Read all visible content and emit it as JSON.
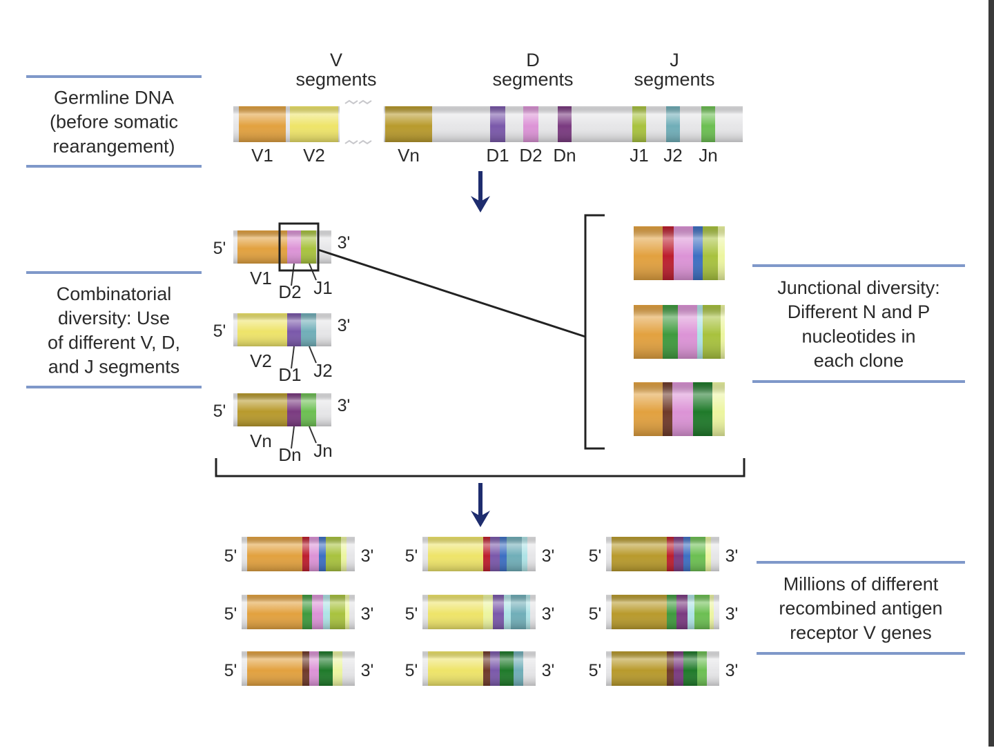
{
  "colors": {
    "V1": "#e2a13f",
    "V2": "#eee469",
    "Vn": "#b89a2c",
    "D1": "#7a58aa",
    "D2": "#dc93d6",
    "Dn": "#7a3a80",
    "J1": "#a8c23e",
    "J2": "#70aeb8",
    "Jn": "#6cbf52",
    "N_red": "#bc1e2e",
    "N_green": "#3f9a3e",
    "N_blue": "#3d6fc2",
    "N_brown": "#6f3a2a",
    "N_darkgreen": "#1f7a2a",
    "P_light": "#ecf5a0",
    "P_cyan": "#aee3e6",
    "strand": "#e6e6e8",
    "rule": "#7f98c9",
    "arrow": "#1e2d6e"
  },
  "boxes": {
    "germline": [
      "Germline DNA",
      "(before somatic",
      "rearangement)"
    ],
    "combinatorial": [
      "Combinatorial",
      "diversity: Use",
      "of different V, D,",
      "and J segments"
    ],
    "junctional": [
      "Junctional diversity:",
      "Different N and P",
      "nucleotides in",
      "each clone"
    ],
    "millions": [
      "Millions of different",
      "recombined antigen",
      "receptor V genes"
    ]
  },
  "group_headers": {
    "V": [
      "V",
      "segments"
    ],
    "D": [
      "D",
      "segments"
    ],
    "J": [
      "J",
      "segments"
    ]
  },
  "germline_labels": {
    "V1": "V1",
    "V2": "V2",
    "Vn": "Vn",
    "D1": "D1",
    "D2": "D2",
    "Dn": "Dn",
    "J1": "J1",
    "J2": "J2",
    "Jn": "Jn"
  },
  "ends": {
    "five": "5'",
    "three": "3'"
  },
  "combo_rows": [
    {
      "v": "V1",
      "d": "D2",
      "j": "J1"
    },
    {
      "v": "V2",
      "d": "D1",
      "j": "J2"
    },
    {
      "v": "Vn",
      "d": "Dn",
      "j": "Jn"
    }
  ],
  "junction_clones": [
    [
      "V1",
      "N_red",
      "D2",
      "N_blue",
      "J1",
      "P_light"
    ],
    [
      "V1",
      "N_green",
      "D2",
      "P_cyan",
      "J1",
      "P_light"
    ],
    [
      "V1",
      "N_brown",
      "D2",
      "N_darkgreen",
      "P_light"
    ]
  ],
  "final_genes": [
    [
      [
        "V1",
        "N_red",
        "D2",
        "N_blue",
        "J1",
        "P_light"
      ],
      [
        "V1",
        "N_green",
        "D2",
        "P_cyan",
        "J1",
        "P_light"
      ],
      [
        "V1",
        "N_brown",
        "D2",
        "N_darkgreen",
        "P_light"
      ]
    ],
    [
      [
        "V2",
        "N_red",
        "D1",
        "N_blue",
        "J2",
        "P_cyan"
      ],
      [
        "V2",
        "P_light",
        "D1",
        "P_cyan",
        "J2",
        "P_cyan"
      ],
      [
        "V2",
        "N_brown",
        "D1",
        "N_darkgreen",
        "J2",
        "P_cyan"
      ]
    ],
    [
      [
        "Vn",
        "N_red",
        "Dn",
        "N_blue",
        "Jn",
        "P_light"
      ],
      [
        "Vn",
        "N_green",
        "Dn",
        "P_cyan",
        "Jn",
        "P_light"
      ],
      [
        "Vn",
        "N_brown",
        "Dn",
        "N_darkgreen",
        "Jn",
        "P_light"
      ]
    ]
  ]
}
